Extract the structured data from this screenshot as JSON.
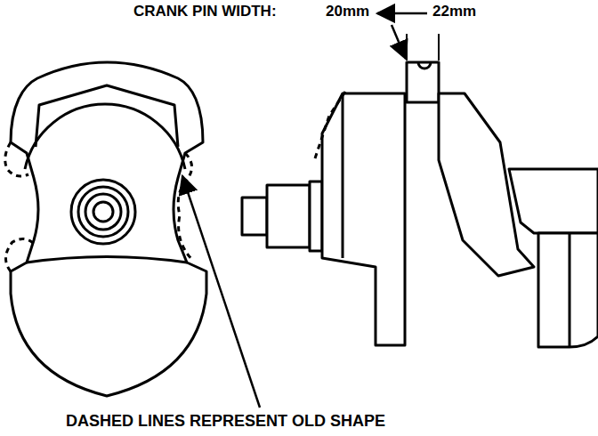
{
  "diagram": {
    "labels": [
      "CRANK PIN WIDTH:",
      "20mm",
      "22mm",
      "DASHED LINES REPRESENT OLD SHAPE"
    ]
  }
}
